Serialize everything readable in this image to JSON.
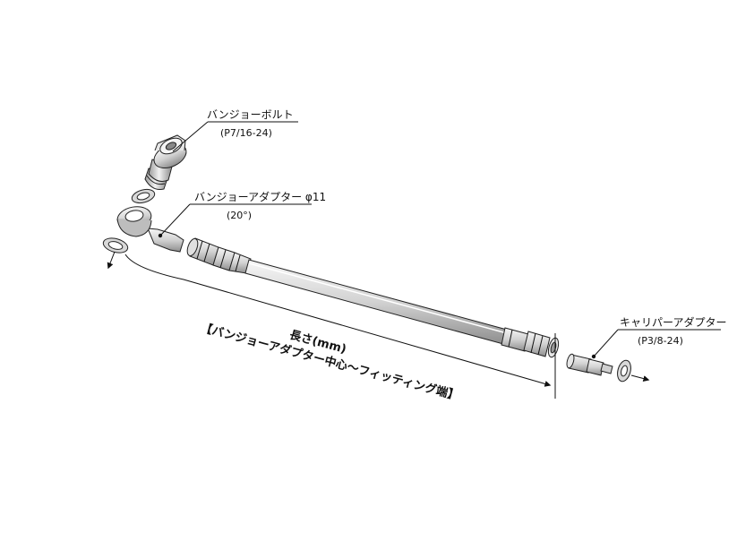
{
  "labels": {
    "banjo_bolt": "バンジョーボルト",
    "banjo_bolt_spec": "(P7/16-24)",
    "banjo_adapter": "バンジョーアダプター φ11",
    "banjo_adapter_angle": "(20°)",
    "caliper_adapter": "キャリパーアダプター",
    "caliper_adapter_spec": "(P3/8-24)",
    "length": "長さ(mm)",
    "length_note": "【バンジョーアダプター中心～フィッティング端】"
  },
  "colors": {
    "metal_light": "#eeeeee",
    "metal_mid": "#c8c8c8",
    "metal_dark": "#8a8a8a",
    "line": "#111111"
  },
  "icons": [
    "banjo-bolt",
    "crush-washer",
    "banjo-adapter",
    "hose-fitting",
    "brake-hose",
    "caliper-adapter",
    "arrow"
  ]
}
